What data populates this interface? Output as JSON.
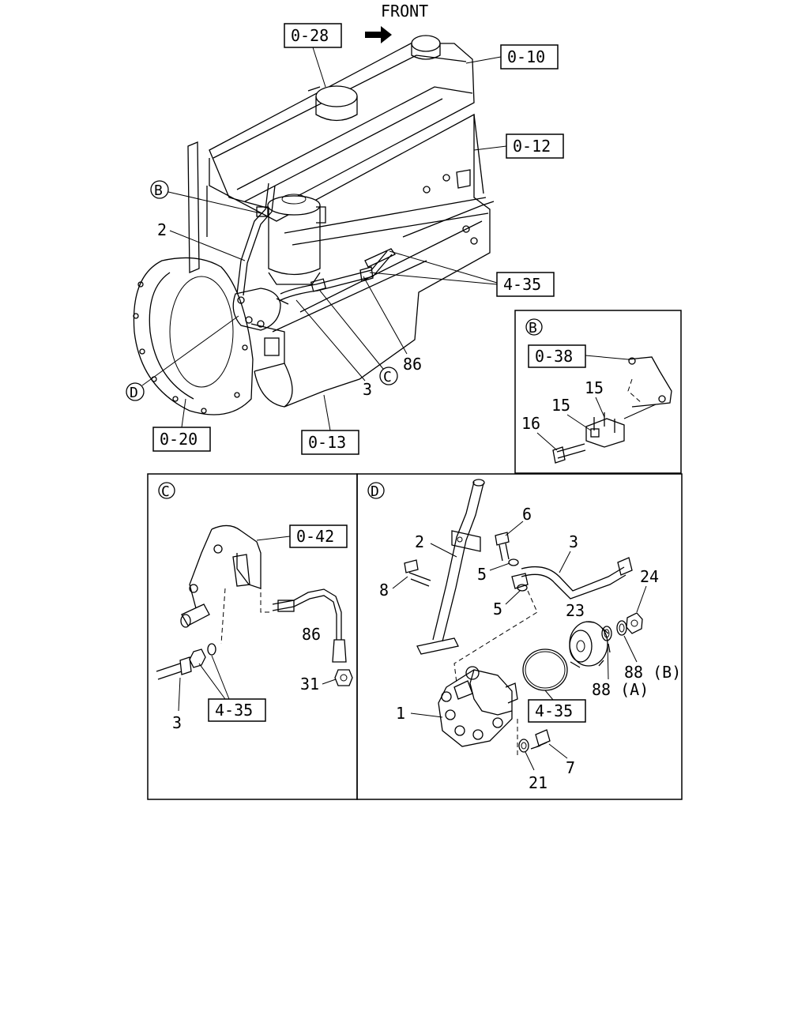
{
  "header": {
    "front_label": "FRONT"
  },
  "main_view": {
    "boxed_refs": [
      "0-28",
      "0-10",
      "0-12",
      "4-35",
      "0-20",
      "0-13"
    ],
    "part_numbers": [
      "2",
      "3",
      "86"
    ],
    "circled_refs": [
      "B",
      "C",
      "D"
    ]
  },
  "detail_b": {
    "tag": "B",
    "boxed_refs": [
      "0-38"
    ],
    "part_numbers": [
      "15",
      "15",
      "16"
    ]
  },
  "detail_c": {
    "tag": "C",
    "boxed_refs": [
      "0-42",
      "4-35"
    ],
    "part_numbers": [
      "86",
      "31",
      "3"
    ]
  },
  "detail_d": {
    "tag": "D",
    "boxed_refs": [
      "4-35"
    ],
    "part_numbers": [
      "6",
      "2",
      "3",
      "8",
      "5",
      "5",
      "24",
      "23",
      "88 (B)",
      "88 (A)",
      "1",
      "21",
      "7"
    ]
  },
  "colors": {
    "ink": "#000000",
    "paper": "#ffffff"
  }
}
